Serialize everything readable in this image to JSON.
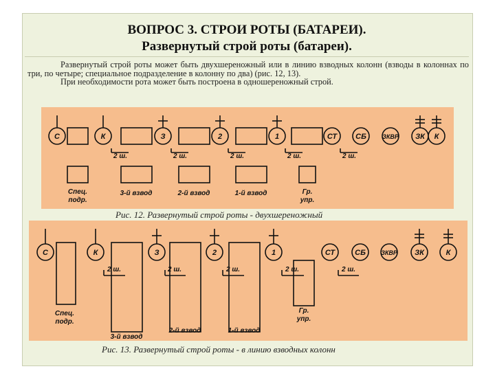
{
  "title": {
    "line1": "ВОПРОС 3. СТРОИ РОТЫ (БАТАРЕИ).",
    "line2": "Развернутый строй роты (батареи)."
  },
  "paragraphs": {
    "p1": "Развернутый строй роты может быть двухшереножный или в линию взводных колонн (взводы в колоннах по три, по четыре; специальное подразделение в колонну по два) (рис. 12, 13).",
    "p2": "При необходимости рота может быть построена в одношереножный строй."
  },
  "figure12": {
    "caption": "Рис. 12. Развернутый строй роты - двухшереножный",
    "circles": [
      "С",
      "К",
      "З",
      "2",
      "1",
      "СТ",
      "СБ",
      "ЗКВР",
      "ЗК",
      "К"
    ],
    "gap": "2 ш.",
    "labels": {
      "spec": [
        "Спец.",
        "подр."
      ],
      "p3": "3-й взвод",
      "p2": "2-й взвод",
      "p1": "1-й взвод",
      "gr": [
        "Гр.",
        "упр."
      ]
    }
  },
  "figure13": {
    "caption": "Рис. 13. Развернутый строй роты - в линию взводных колонн",
    "circles": [
      "С",
      "К",
      "З",
      "2",
      "1",
      "СТ",
      "СБ",
      "ЗКВР",
      "ЗК",
      "К"
    ],
    "gap": "2 ш.",
    "labels": {
      "spec": [
        "Спец.",
        "подр."
      ],
      "p3": "3-й взвод",
      "p2": "2-й взвод",
      "p1": "1-й взвод",
      "gr": [
        "Гр.",
        "упр."
      ]
    }
  }
}
